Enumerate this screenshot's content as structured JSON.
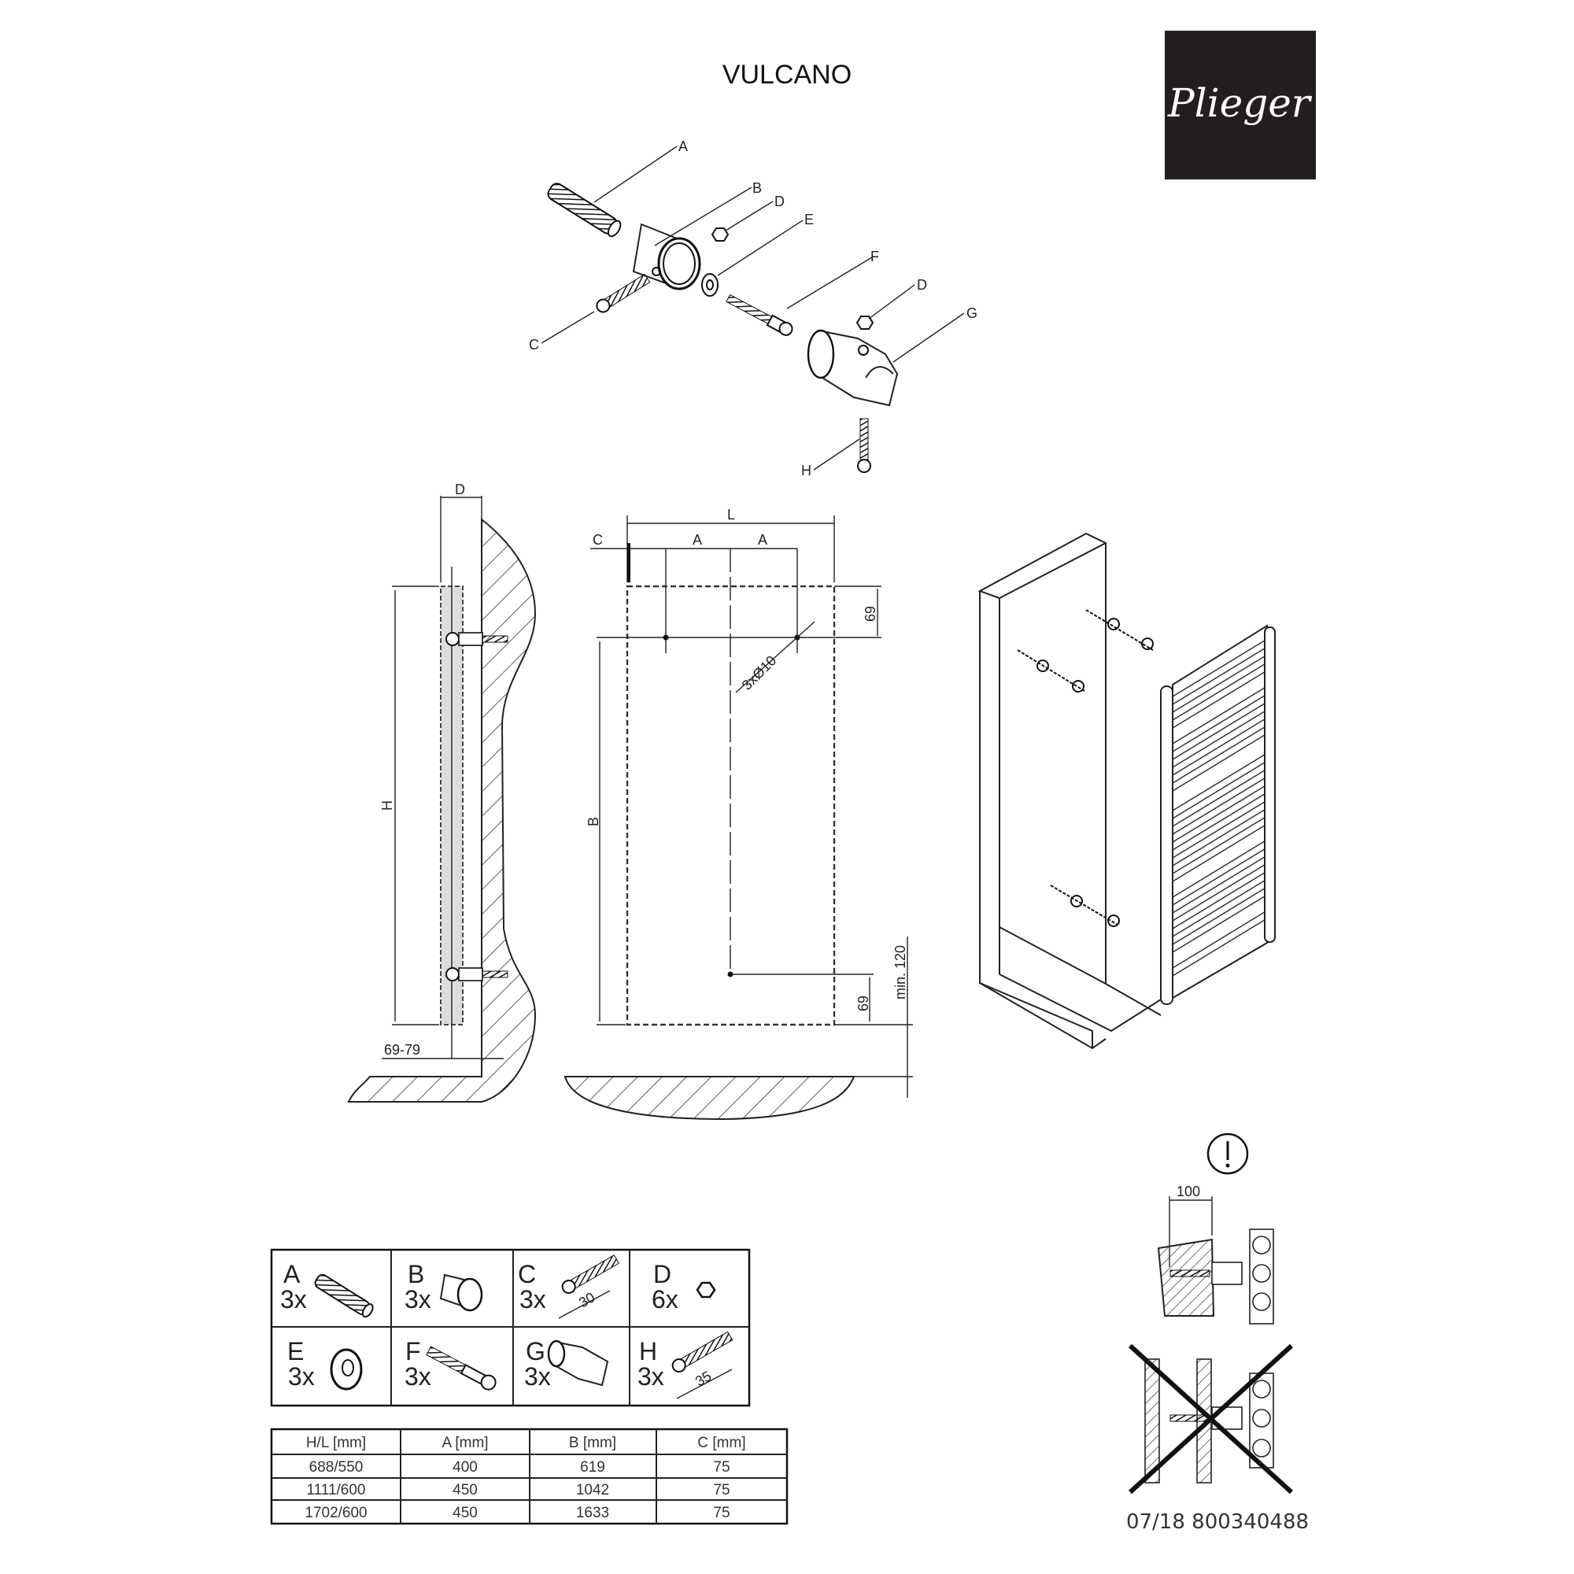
{
  "title": "VULCANO",
  "logo": {
    "text": "Plieger",
    "background": "#231f20",
    "color": "#ffffff"
  },
  "exploded_view": {
    "labels": [
      "A",
      "B",
      "C",
      "D",
      "E",
      "F",
      "D",
      "G",
      "H"
    ]
  },
  "side_view": {
    "depth_label": "D",
    "height_label": "H",
    "offset_label": "69-79"
  },
  "front_view": {
    "length_label": "L",
    "c_label": "C",
    "a_label_1": "A",
    "a_label_2": "A",
    "holes_label": "3xØ10",
    "b_label": "B",
    "top_offset": "69",
    "bottom_offset": "69",
    "floor_clearance": "min. 120"
  },
  "warning": {
    "distance": "100"
  },
  "parts": [
    {
      "letter": "A",
      "qty": "3x"
    },
    {
      "letter": "B",
      "qty": "3x"
    },
    {
      "letter": "C",
      "qty": "3x",
      "size": "30"
    },
    {
      "letter": "D",
      "qty": "6x"
    },
    {
      "letter": "E",
      "qty": "3x"
    },
    {
      "letter": "F",
      "qty": "3x"
    },
    {
      "letter": "G",
      "qty": "3x"
    },
    {
      "letter": "H",
      "qty": "3x",
      "size": "35"
    }
  ],
  "specs": {
    "headers": [
      "H/L [mm]",
      "A [mm]",
      "B [mm]",
      "C [mm]"
    ],
    "rows": [
      [
        "688/550",
        "400",
        "619",
        "75"
      ],
      [
        "1111/600",
        "450",
        "1042",
        "75"
      ],
      [
        "1702/600",
        "450",
        "1633",
        "75"
      ]
    ]
  },
  "footer": "07/18 800340488"
}
